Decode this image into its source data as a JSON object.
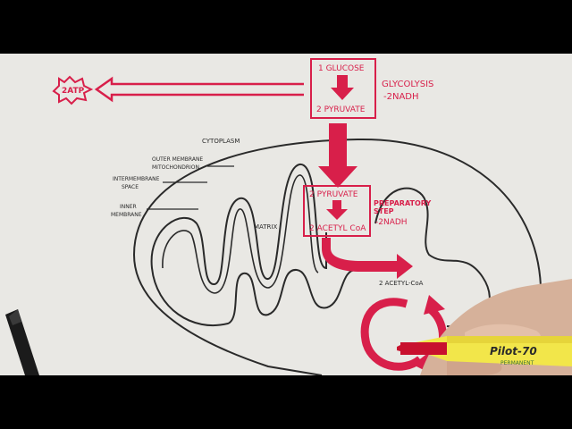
{
  "video_frame": {
    "colors": {
      "ink": "#2a2a2a",
      "marker": "#d81f4a",
      "paper": "#e9e8e4",
      "letterbox": "#000000"
    },
    "labels": {
      "atp": "2ATP",
      "glucose": "1 GLUCOSE",
      "pyruvate_top": "2 PYRUVATE",
      "glycolysis": "GLYCOLYSIS",
      "glycolysis_nadh": "-2NADH",
      "cytoplasm": "CYTOPLASM",
      "outer_membrane": "OUTER MEMBRANE",
      "outer_membrane_2": "MITOCHONDRION",
      "intermembrane": "INTERMEMBRANE",
      "intermembrane_2": "SPACE",
      "inner_membrane": "INNER",
      "inner_membrane_2": "MEMBRANE",
      "matrix": "MATRIX",
      "pyruvate_box": "2 PYRUVATE",
      "acetyl_box": "2 ACETYL CoA",
      "preparatory": "PREPARATORY",
      "preparatory_2": "STEP",
      "preparatory_nadh": "-2NADH",
      "acetyl_below": "2 ACETYL-CoA",
      "marker_brand": "Pilot-70",
      "marker_brand_2": "PERMANENT"
    },
    "icons": [
      "marker-pen-icon",
      "hand-icon",
      "black-pen-icon"
    ]
  }
}
